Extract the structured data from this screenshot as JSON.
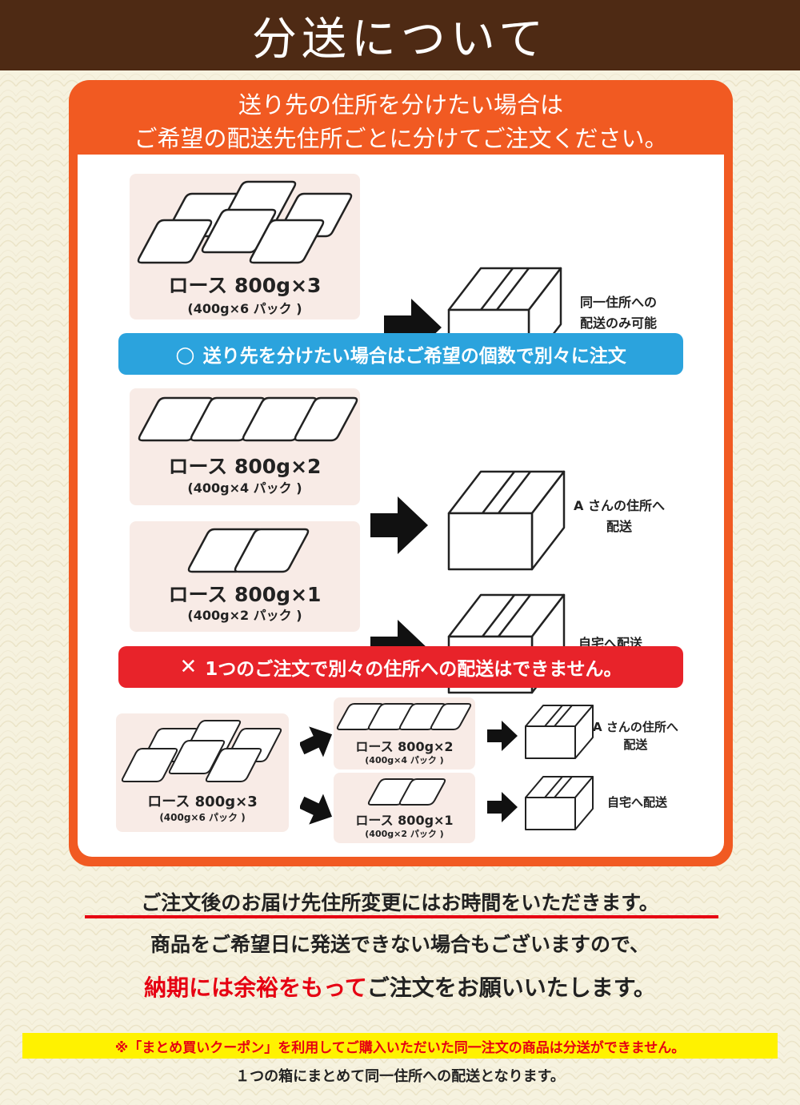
{
  "header": {
    "title": "分送について"
  },
  "panel": {
    "heading_line1": "送り先の住所を分けたい場合は",
    "heading_line2": "ご希望の配送先住所ごとに分けてご注文ください。"
  },
  "example_single": {
    "product_name": "ロース 800g×3",
    "product_sub": "(400g×6 パック )",
    "dest_line1": "同一住所への",
    "dest_line2": "配送のみ可能"
  },
  "ok_banner": {
    "icon": "○",
    "text": "送り先を分けたい場合はご希望の個数で別々に注文"
  },
  "example_ok_a": {
    "product_name": "ロース 800g×2",
    "product_sub": "(400g×4 パック )",
    "dest_line1": "A さんの住所へ",
    "dest_line2": "配送"
  },
  "example_ok_b": {
    "product_name": "ロース 800g×1",
    "product_sub": "(400g×2 パック )",
    "dest_line1": "自宅へ配送"
  },
  "ng_banner": {
    "icon": "✕",
    "text": "1つのご注文で別々の住所への配送はできません。"
  },
  "example_ng": {
    "source_name": "ロース 800g×3",
    "source_sub": "(400g×6 パック )",
    "split_a_name": "ロース 800g×2",
    "split_a_sub": "(400g×4 パック )",
    "split_a_dest_line1": "A さんの住所へ",
    "split_a_dest_line2": "配送",
    "split_b_name": "ロース 800g×1",
    "split_b_sub": "(400g×2 パック )",
    "split_b_dest": "自宅へ配送"
  },
  "notices": {
    "line1": "ご注文後のお届け先住所変更にはお時間をいただきます。",
    "line2": "商品をご希望日に発送できない場合もございますので、",
    "line3_red": "納期には余裕をもって",
    "line3_rest": "ご注文をお願いいたします。"
  },
  "coupon_note": "※「まとめ買いクーポン」を利用してご購入いただいた同一注文の商品は分送ができません。",
  "footer_note": "１つの箱にまとめて同一住所への配送となります。",
  "colors": {
    "header_brown": "#4e2a14",
    "panel_orange": "#f15a22",
    "ok_blue": "#2ba3dd",
    "ng_red": "#e8232a",
    "emphasis_red": "#e60012",
    "highlight_yellow": "#fff200"
  }
}
